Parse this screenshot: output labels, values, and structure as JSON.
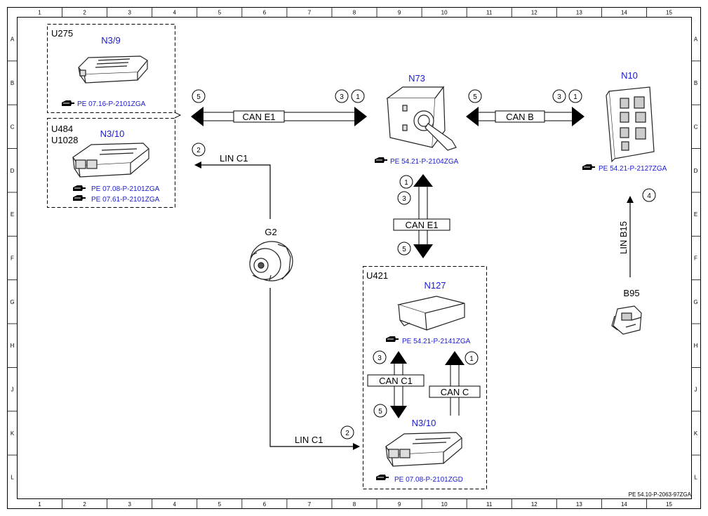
{
  "grid": {
    "columns": [
      "1",
      "2",
      "3",
      "4",
      "5",
      "6",
      "7",
      "8",
      "9",
      "10",
      "11",
      "12",
      "13",
      "14",
      "15"
    ],
    "rows": [
      "A",
      "B",
      "C",
      "D",
      "E",
      "F",
      "G",
      "H",
      "J",
      "K",
      "L"
    ]
  },
  "groups": {
    "u275": "U275",
    "u484": "U484",
    "u1028": "U1028",
    "u421": "U421"
  },
  "components": {
    "n3_9": "N3/9",
    "n3_10_top": "N3/10",
    "n73": "N73",
    "n10": "N10",
    "g2": "G2",
    "n127": "N127",
    "n3_10_bottom": "N3/10",
    "b95": "B95"
  },
  "refs": {
    "n3_9": "PE 07.16-P-2101ZGA",
    "n3_10_a": "PE 07.08-P-2101ZGA",
    "n3_10_b": "PE 07.61-P-2101ZGA",
    "n73": "PE 54.21-P-2104ZGA",
    "n10": "PE 54.21-P-2127ZGA",
    "n127": "PE 54.21-P-2141ZGA",
    "n3_10_bottom": "PE 07.08-P-2101ZGD"
  },
  "buses": {
    "can_e1_top": "CAN E1",
    "can_b": "CAN B",
    "lin_c1_top": "LIN C1",
    "can_e1_vertical": "CAN E1",
    "lin_b15": "LIN B15",
    "can_c1": "CAN C1",
    "can_c": "CAN C",
    "lin_c1_bottom": "LIN C1"
  },
  "markers": {
    "m5_left": "5",
    "m3_top": "3",
    "m1_top": "1",
    "m5_canb": "5",
    "m3_canb": "3",
    "m1_canb": "1",
    "m2_lin": "2",
    "m1_n73": "1",
    "m3_n73": "3",
    "m5_n73": "5",
    "m4_linb15": "4",
    "m3_n127": "3",
    "m1_n127": "1",
    "m5_n127": "5",
    "m2_bottom": "2"
  },
  "document_code": "PE 54.10-P-2063-97ZGA",
  "icons": {
    "ref_pointer": "pointing-hand-icon"
  }
}
